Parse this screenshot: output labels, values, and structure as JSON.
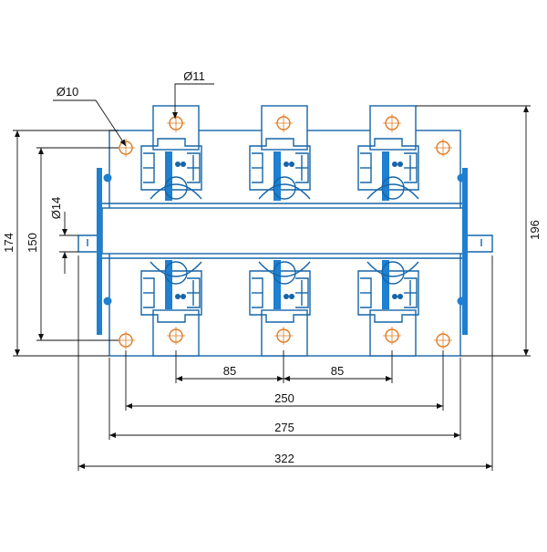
{
  "colors": {
    "body_outline": "#1565a8",
    "side_bar": "#1f7fd0",
    "mounting_hole": "#e07b22",
    "dimension_line": "#111111"
  },
  "labels": {
    "hole_d10": "Ø10",
    "hole_d11": "Ø11",
    "hole_d14": "Ø14"
  },
  "dimensions": {
    "d85_left": "85",
    "d85_right": "85",
    "d250": "250",
    "d275": "275",
    "d322": "322",
    "h174": "174",
    "h150": "150",
    "h196": "196"
  }
}
